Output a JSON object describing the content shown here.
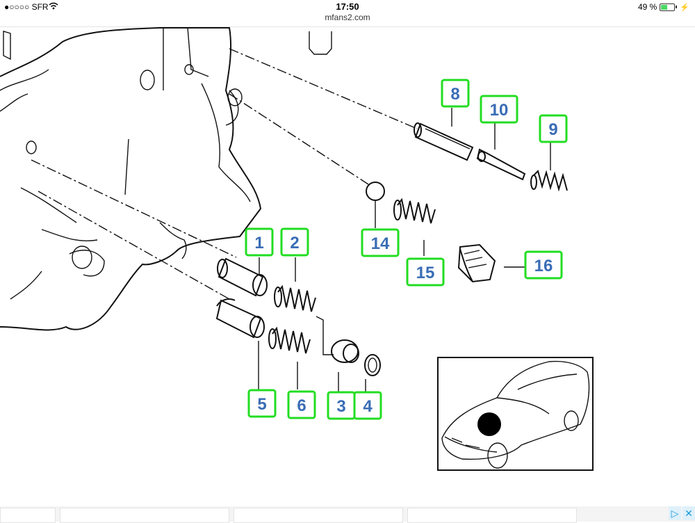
{
  "status_bar": {
    "carrier": "●○○○○ SFR",
    "time": "17:50",
    "battery_percent": "49 %",
    "battery_level": 0.49
  },
  "browser": {
    "url": "mfans2.com"
  },
  "diagram": {
    "callouts": [
      "1",
      "2",
      "3",
      "4",
      "5",
      "6",
      "8",
      "9",
      "10",
      "14",
      "15",
      "16"
    ],
    "callout_color": "#22dd22",
    "number_color": "#3a6db5"
  },
  "ad_strip": {
    "play_icon": "ad-play-icon",
    "close_icon": "ad-close-icon"
  }
}
